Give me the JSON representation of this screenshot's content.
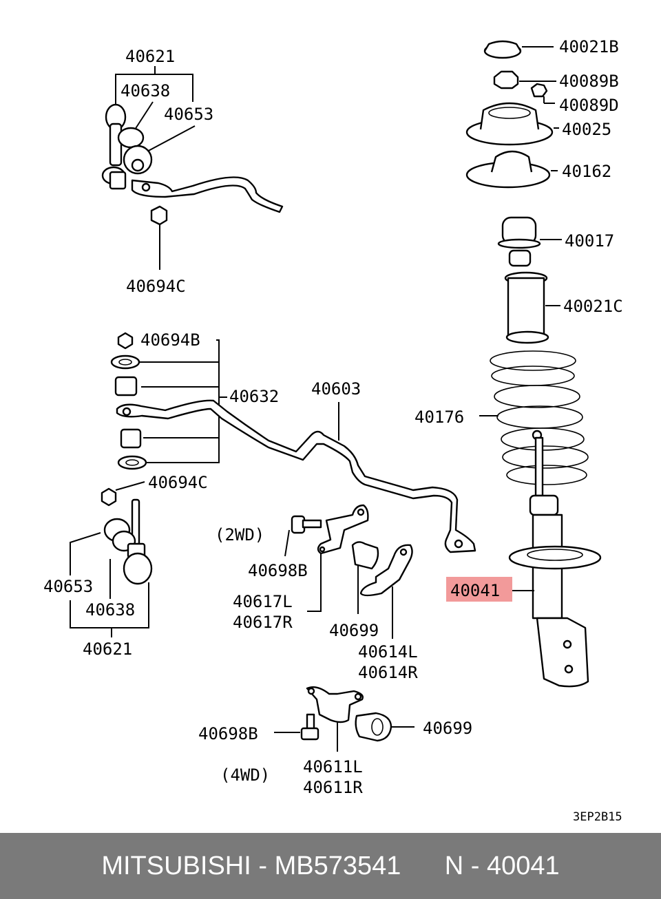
{
  "labels": {
    "p40621_top": "40621",
    "p40638_top": "40638",
    "p40653_top": "40653",
    "p40694C_top": "40694C",
    "p40694B": "40694B",
    "p40632": "40632",
    "p40603": "40603",
    "p40694C_mid": "40694C",
    "p2wd": "(2WD)",
    "p40698B_mid": "40698B",
    "p40617L": "40617L",
    "p40617R": "40617R",
    "p40699_mid": "40699",
    "p40614L": "40614L",
    "p40614R": "40614R",
    "p40653_bot": "40653",
    "p40638_bot": "40638",
    "p40621_bot": "40621",
    "p40698B_bot": "40698B",
    "p4wd": "(4WD)",
    "p40611L": "40611L",
    "p40611R": "40611R",
    "p40699_bot": "40699",
    "p40021B": "40021B",
    "p40089B": "40089B",
    "p40089D": "40089D",
    "p40025": "40025",
    "p40162": "40162",
    "p40017": "40017",
    "p40021C": "40021C",
    "p40176": "40176",
    "p40041": "40041",
    "drawing_code": "3EP2B15"
  },
  "highlight_color": "#f29a9a",
  "footer": {
    "brand_part": "MITSUBISHI - MB573541",
    "ref": "N - 40041"
  }
}
